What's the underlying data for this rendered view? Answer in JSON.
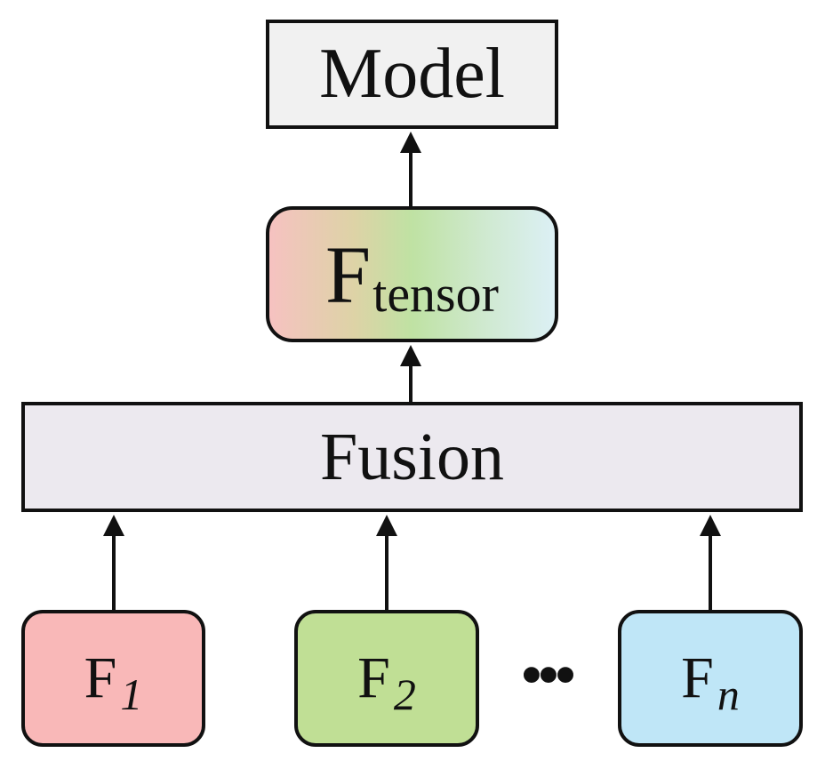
{
  "nodes": {
    "model": {
      "label": "Model"
    },
    "tensor": {
      "label": "F",
      "sub": "tensor"
    },
    "fusion": {
      "label": "Fusion"
    },
    "features": [
      {
        "label": "F",
        "sub": "1"
      },
      {
        "label": "F",
        "sub": "2"
      },
      {
        "label": "F",
        "sub": "n"
      }
    ],
    "ellipsis": "•••"
  },
  "colors": {
    "model_fill": "#f1f1f1",
    "fusion_fill": "#ece9ef",
    "feature_1_fill": "#f9b8b8",
    "feature_2_fill": "#c0df95",
    "feature_n_fill": "#bfe6f7",
    "tensor_gradient": [
      "#f6c2c1",
      "#bfe2a3",
      "#dcf0f5"
    ],
    "stroke": "#111111"
  },
  "edges": [
    {
      "from": "features.0",
      "to": "fusion"
    },
    {
      "from": "features.1",
      "to": "fusion"
    },
    {
      "from": "features.2",
      "to": "fusion"
    },
    {
      "from": "fusion",
      "to": "tensor"
    },
    {
      "from": "tensor",
      "to": "model"
    }
  ]
}
